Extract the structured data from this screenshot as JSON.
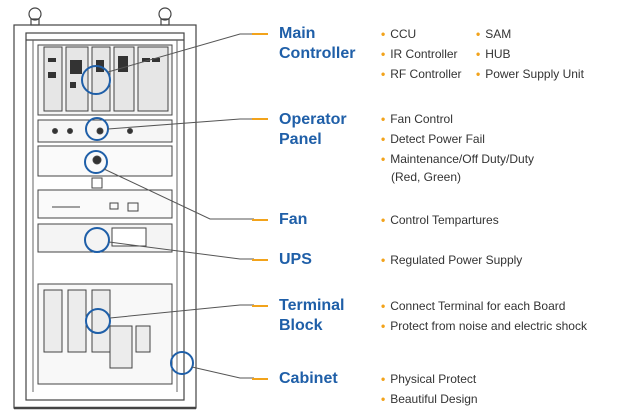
{
  "sections": [
    {
      "title_lines": [
        "Main",
        "Controller"
      ],
      "bullets": [
        [
          "CCU",
          "IR Controller",
          "RF Controller"
        ],
        [
          "SAM",
          "HUB",
          "Power Supply Unit"
        ]
      ]
    },
    {
      "title_lines": [
        "Operator",
        "Panel"
      ],
      "bullets": [
        [
          "Fan Control",
          "Detect Power Fail",
          "Maintenance/Off Duty/Duty"
        ]
      ],
      "sub": "(Red, Green)"
    },
    {
      "title_lines": [
        "Fan"
      ],
      "bullets": [
        [
          "Control Tempartures"
        ]
      ]
    },
    {
      "title_lines": [
        "UPS"
      ],
      "bullets": [
        [
          "Regulated Power Supply"
        ]
      ]
    },
    {
      "title_lines": [
        "Terminal",
        "Block"
      ],
      "bullets": [
        [
          "Connect Terminal for each  Board",
          "Protect from noise and electric shock"
        ]
      ]
    },
    {
      "title_lines": [
        "Cabinet"
      ],
      "bullets": [
        [
          "Physical Protect",
          "Beautiful Design"
        ]
      ]
    }
  ],
  "colors": {
    "title": "#1f5fa8",
    "accent": "#f2a31b",
    "line": "#555555",
    "circle": "#1f5fa8"
  }
}
